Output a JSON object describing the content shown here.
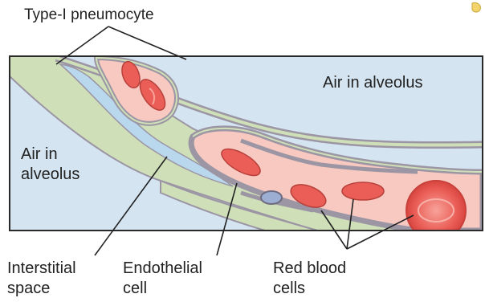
{
  "labels": {
    "type1_pneumocyte": "Type-I pneumocyte",
    "air_right_line1": "Air in alveolus",
    "air_left_line1": "Air in",
    "air_left_line2": "alveolus",
    "interstitial_line1": "Interstitial",
    "interstitial_line2": "space",
    "endothelial_line1": "Endothelial",
    "endothelial_line2": "cell",
    "rbc_line1": "Red blood",
    "rbc_line2": "cells"
  },
  "colors": {
    "alveolus_air": "#d4e4f1",
    "interstitium": "#b9d8ee",
    "green_layer": "#cfe0b8",
    "capillary_plasma": "#f7c9c0",
    "membrane": "#9b95a4",
    "red_blood_cell": "#ea5e57",
    "nucleus": "#9daed3"
  }
}
